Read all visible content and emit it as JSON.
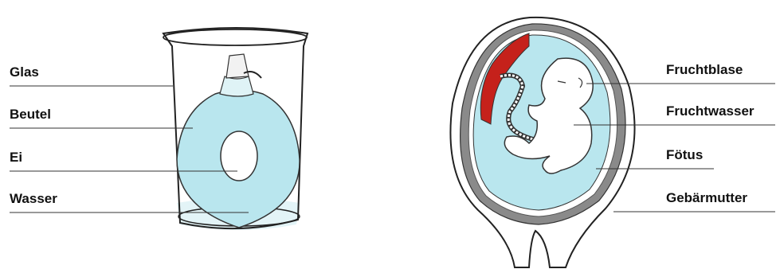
{
  "left_diagram": {
    "labels": {
      "glas": "Glas",
      "beutel": "Beutel",
      "ei": "Ei",
      "wasser": "Wasser"
    }
  },
  "right_diagram": {
    "labels": {
      "fruchtblase": "Fruchtblase",
      "fruchtwasser": "Fruchtwasser",
      "foetus": "Fötus",
      "gebaermutter": "Gebärmutter"
    }
  },
  "colors": {
    "water": "#b9e6ee",
    "placenta": "#c5211b",
    "outline": "#222222",
    "uterus_wall": "#8a8a8a"
  }
}
